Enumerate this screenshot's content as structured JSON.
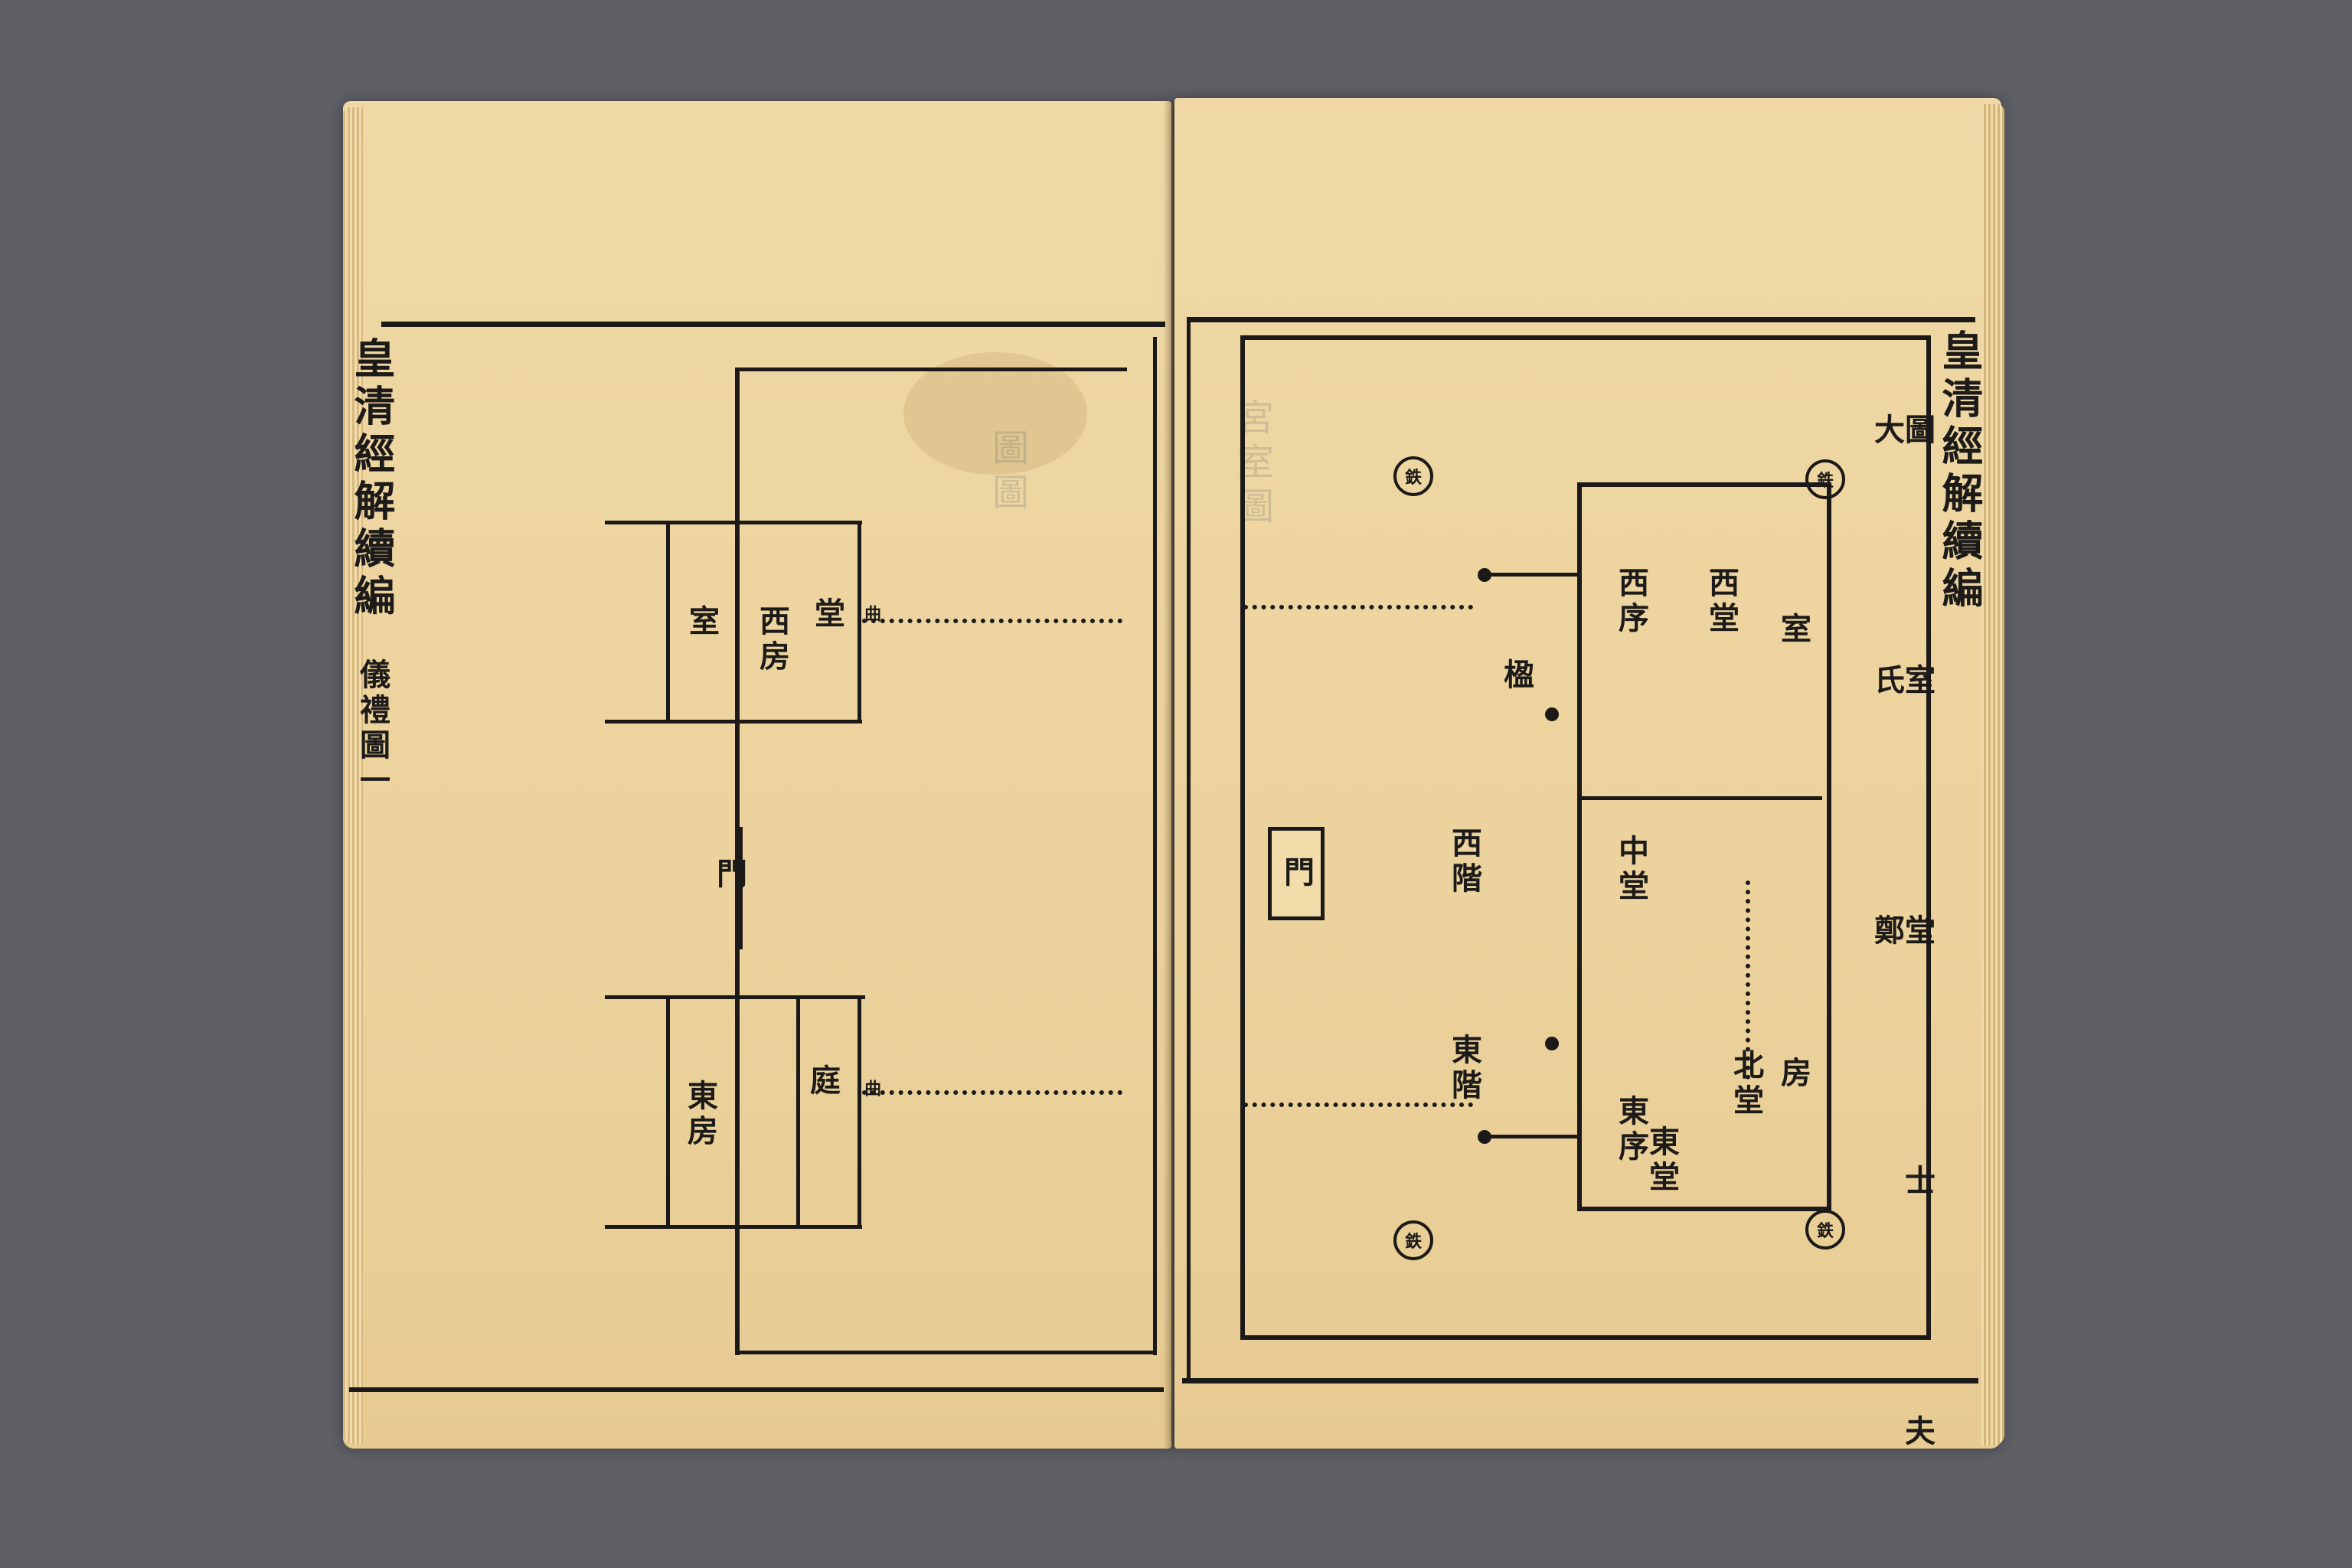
{
  "left_page": {
    "margin_title": "皇清經解續編",
    "margin_section": "儀禮圖一",
    "labels": {
      "shi": "室",
      "fang_west": "西房",
      "fang_east": "東房",
      "tang": "堂",
      "men": "門",
      "ting": "庭",
      "qu": "曲"
    }
  },
  "right_page": {
    "margin_title": "皇清經解續編",
    "caption": "圖 室 堂 士 夫 大 氏 鄭",
    "labels": {
      "xi_tang": "西堂",
      "xi_xu": "西序",
      "dong_xu": "東序",
      "dong_tang": "東堂",
      "zhong_tang": "中堂",
      "shi": "室",
      "fang": "房",
      "bei_tang": "北堂",
      "men": "門",
      "yong": "楹",
      "jie_xi": "西階",
      "jie_dong": "東階"
    },
    "circle_marks": [
      "鉄",
      "鉄",
      "鉄",
      "鉄"
    ]
  },
  "colors": {
    "paper": "#ecd29c",
    "ink": "#1c1a18",
    "background": "#5e6066"
  }
}
